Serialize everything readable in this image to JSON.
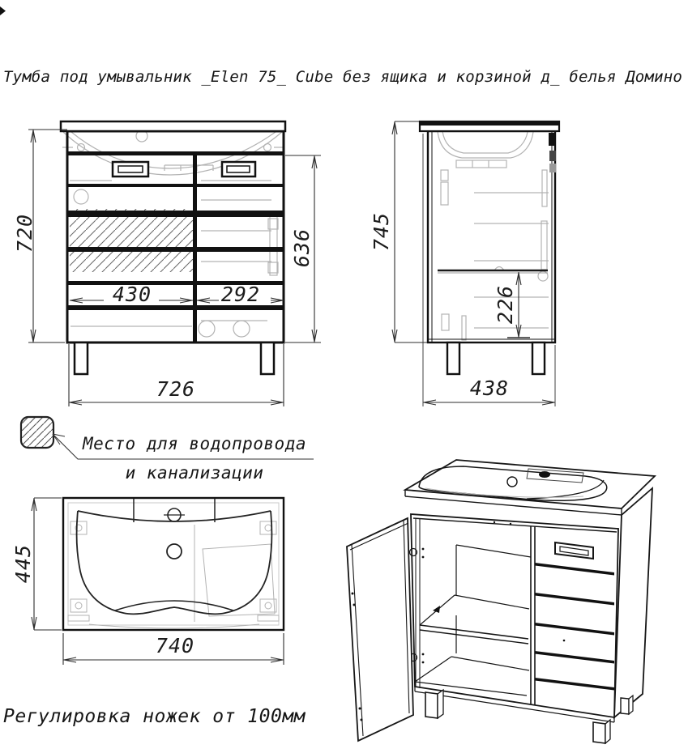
{
  "title": "Тумба под умывальник _Elen 75_ Cube без ящика и корзиной д_ белья Домино",
  "footer_note": "Регулировка ножек от 100мм",
  "note": {
    "line1": "Место для водопровода",
    "line2": "и канализации"
  },
  "dims": {
    "front_height": "720",
    "front_inner_height": "636",
    "front_left_width": "430",
    "front_right_width": "292",
    "front_width": "726",
    "side_height": "745",
    "side_lower_height": "226",
    "side_depth": "438",
    "top_depth": "445",
    "top_width": "740"
  },
  "colors": {
    "line": "#1a1a1a",
    "light_line": "#b3b3b3",
    "dim_line": "#2e2e2e",
    "background": "#ffffff"
  }
}
